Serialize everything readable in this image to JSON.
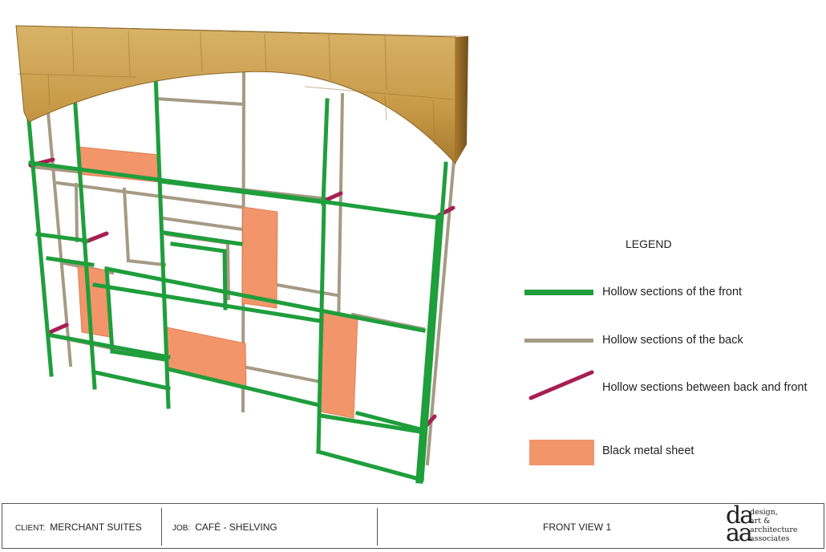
{
  "legend": {
    "title": "LEGEND",
    "items": [
      {
        "label": "Hollow sections of the front",
        "color": "#1f9e3c",
        "kind": "line"
      },
      {
        "label": "Hollow sections of the back",
        "color": "#a59a84",
        "kind": "line"
      },
      {
        "label": "Hollow sections between back and front",
        "color": "#a81e52",
        "kind": "diagonal"
      },
      {
        "label": "Black metal sheet",
        "color": "#f2956b",
        "kind": "block"
      }
    ]
  },
  "colors": {
    "front": "#1f9e3c",
    "back": "#a59a84",
    "connector": "#a81e52",
    "sheet": "#f2956b",
    "stone": "#c99d4b"
  },
  "title_block": {
    "client_key": "CLIENT:",
    "client_value": "MERCHANT SUITES",
    "job_key": "JOB:",
    "job_value": "CAFÉ - SHELVING",
    "view": "FRONT VIEW 1",
    "logo_letters": "da\naa",
    "logo_lines": [
      "design,",
      "art &",
      "architecture",
      "associates"
    ]
  }
}
